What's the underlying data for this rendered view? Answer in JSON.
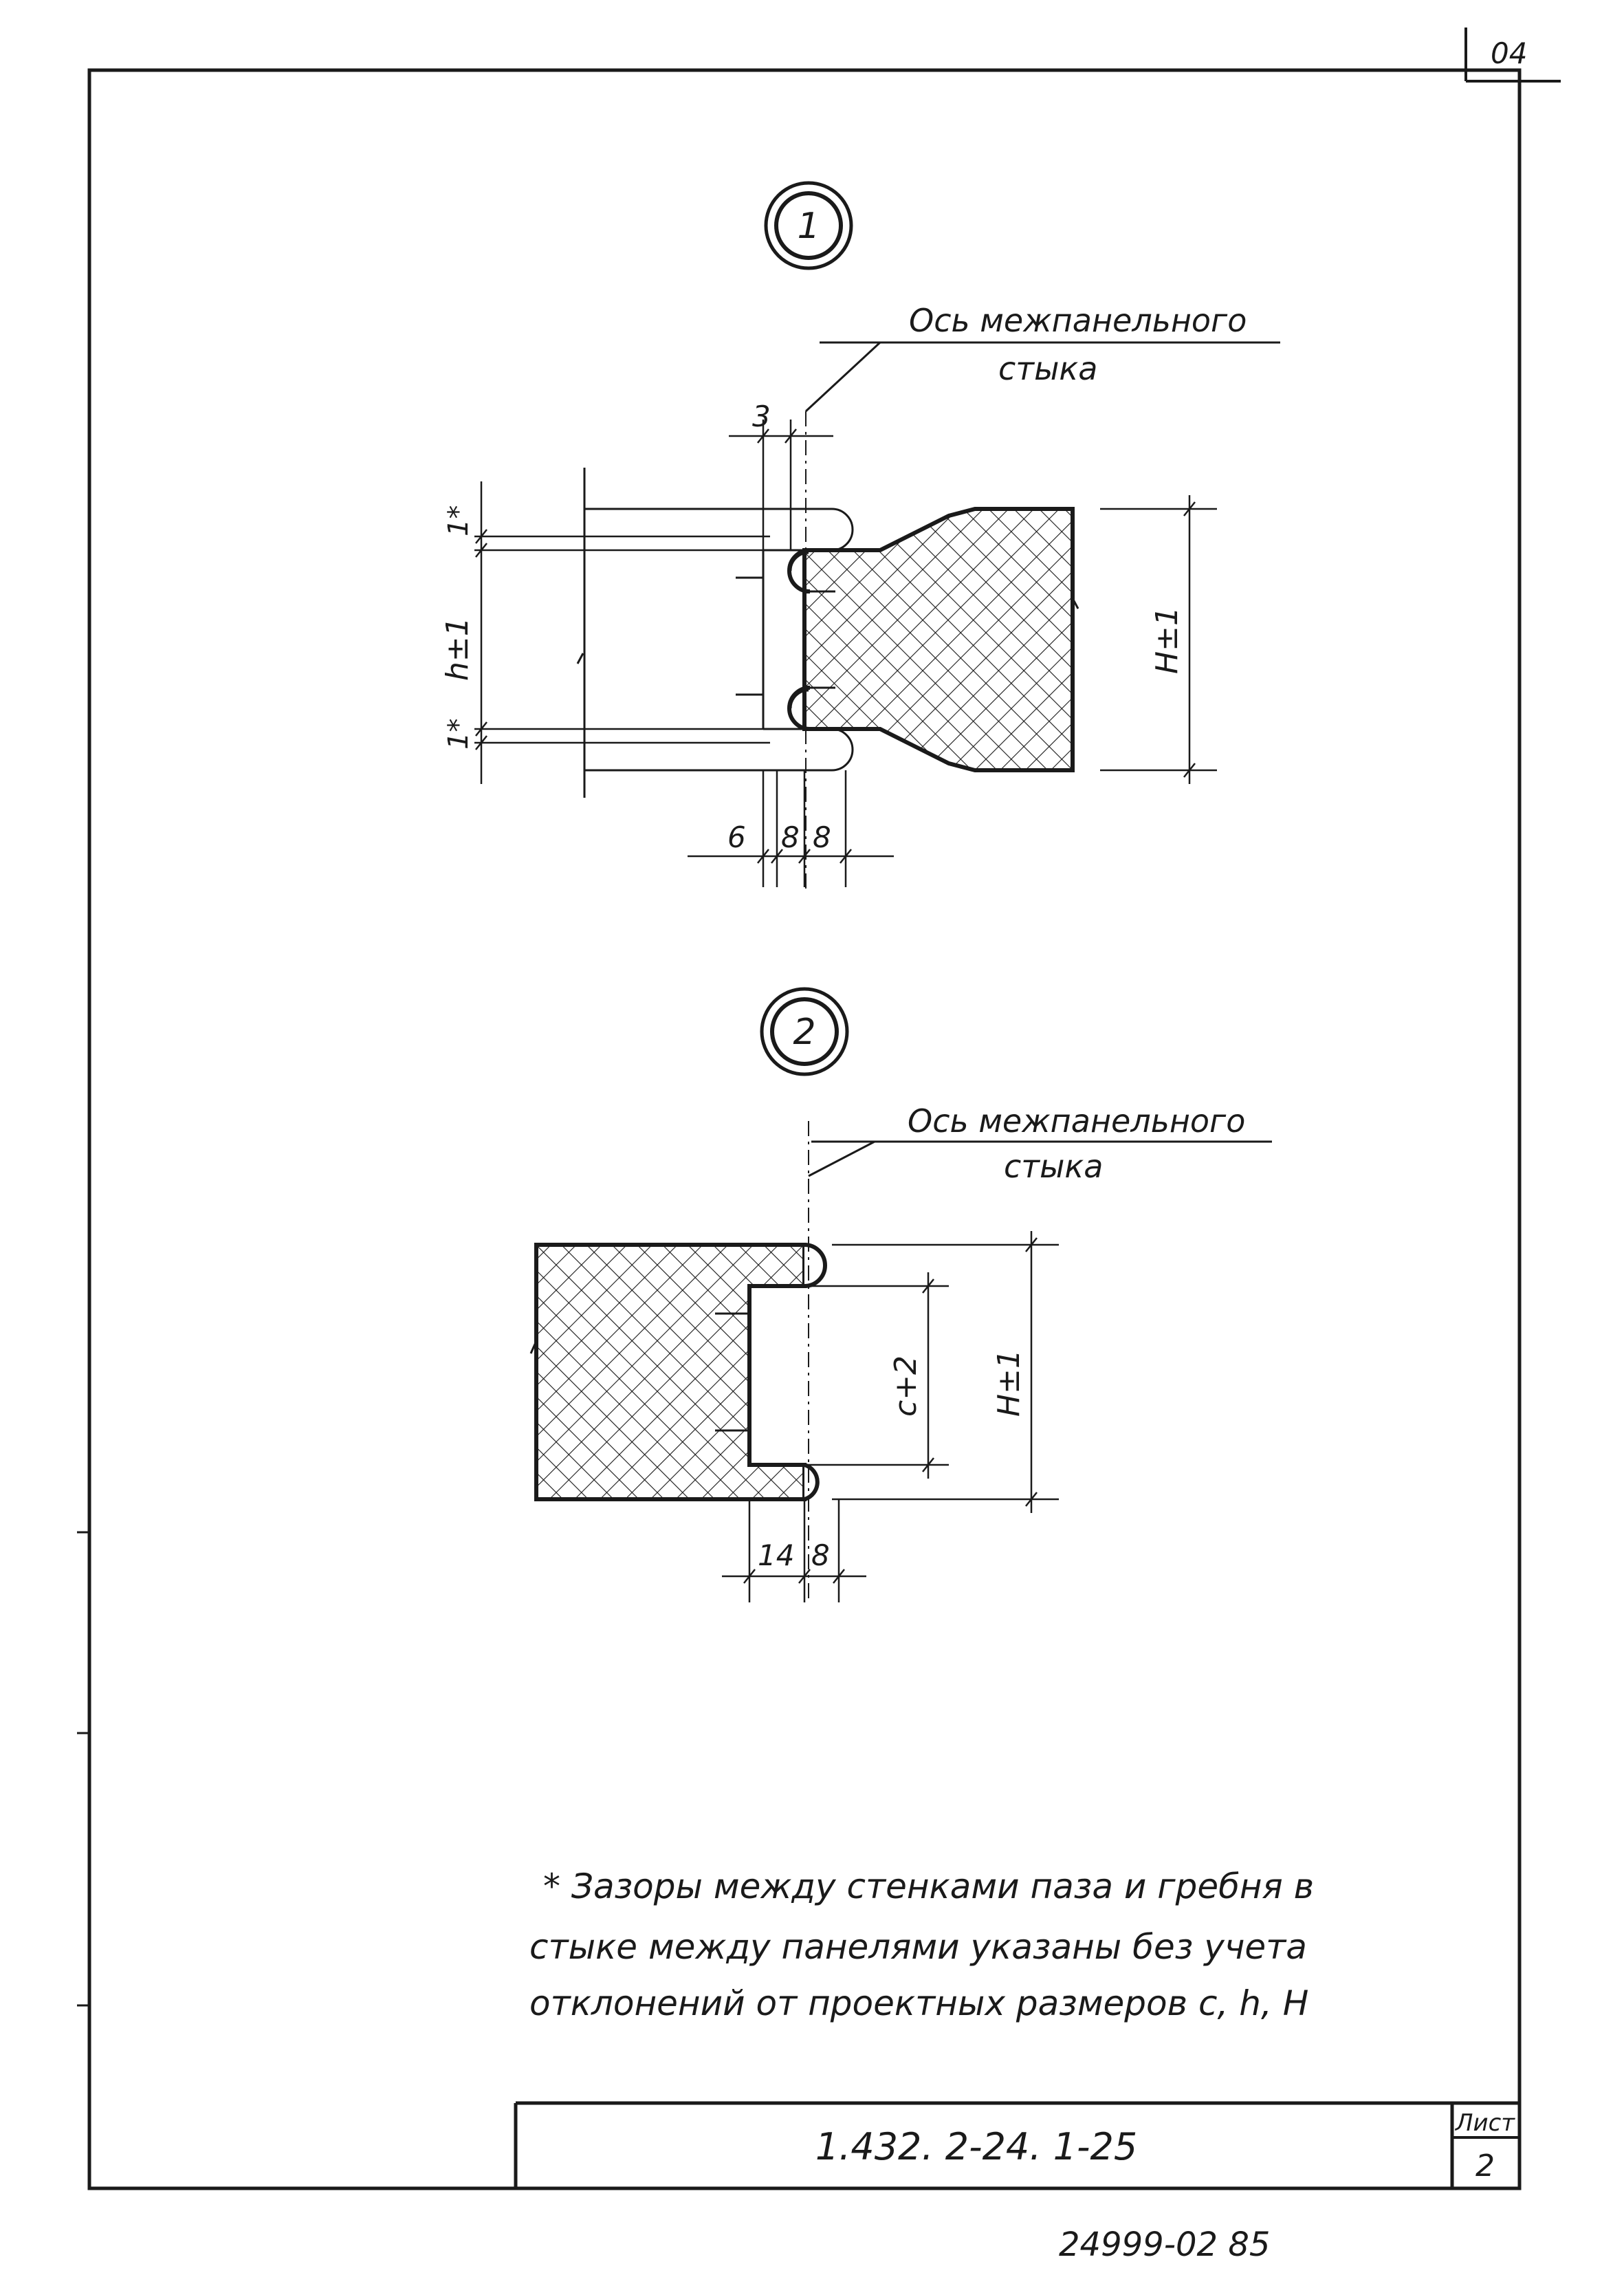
{
  "sheet": {
    "corner_number": "04",
    "bottom_stamp": "24999-02  85"
  },
  "detail1": {
    "marker": "1",
    "axis_label_line1": "Ось межпанельного",
    "axis_label_line2": "стыка",
    "dim_top": "3",
    "dim_gap_top": "1*",
    "dim_gap_bottom": "1*",
    "dim_h": "h±1",
    "dim_H": "H±1",
    "dim_bottom": [
      "6",
      "8",
      "8"
    ]
  },
  "detail2": {
    "marker": "2",
    "axis_label_line1": "Ось межпанельного",
    "axis_label_line2": "стыка",
    "dim_c": "c+2",
    "dim_H": "H±1",
    "dim_bottom": [
      "14",
      "8"
    ]
  },
  "note": {
    "line1": "* Зазоры между стенками паза и гребня в",
    "line2": "стыке между панелями указаны без учета",
    "line3": "отклонений от проектных размеров c, h, H"
  },
  "title_block": {
    "code": "1.432. 2-24. 1-25",
    "sheet_label": "Лист",
    "sheet_number": "2"
  }
}
